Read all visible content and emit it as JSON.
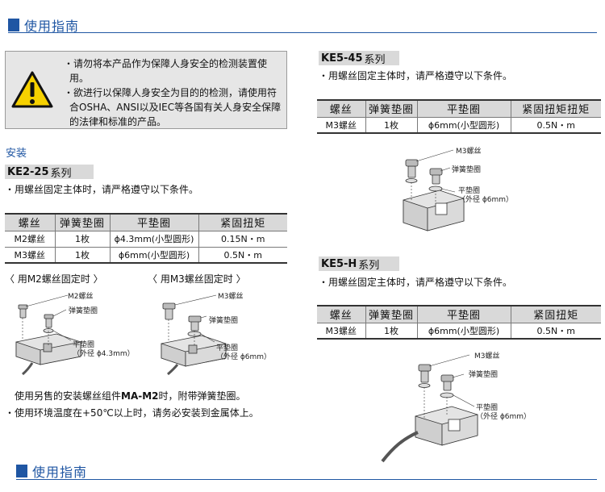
{
  "header_top": {
    "title": "使用指南"
  },
  "header_bottom": {
    "title": "使用指南"
  },
  "warning": {
    "icon": "warning-triangle-icon",
    "lines": [
      "・请勿将本产品作为保障人身安全的检测装置使用。",
      "・欲进行以保障人身安全为目的的检测，请使用符合OSHA、ANSI以及IEC等各国有关人身安全保障的法律和标准的产品。"
    ]
  },
  "install": {
    "title": "安装"
  },
  "ke225": {
    "series": "KE2-25",
    "series_suffix": "系列",
    "note": "・用螺丝固定主体时，请严格遵守以下条件。",
    "headers": [
      "螺丝",
      "弹簧垫圈",
      "平垫圈",
      "紧固扭矩"
    ],
    "rows": [
      [
        "M2螺丝",
        "1枚",
        "ϕ4.3mm(小型圆形)",
        "0.15N・m"
      ],
      [
        "M3螺丝",
        "1枚",
        "ϕ6mm(小型圆形)",
        "0.5N・m"
      ]
    ],
    "caption_m2": "〈 用M2螺丝固定时 〉",
    "caption_m3": "〈 用M3螺丝固定时 〉",
    "fig_m2": {
      "screw": "M2螺丝",
      "spring": "弹簧垫圈",
      "flat": "平垫圈",
      "flat_dim": "（外径 ϕ4.3mm）"
    },
    "fig_m3": {
      "screw": "M3螺丝",
      "spring": "弹簧垫圈",
      "flat": "平垫圈",
      "flat_dim": "（外径 ϕ6mm）"
    },
    "bottom_line1_a": "使用另售的安装螺丝组件",
    "bottom_line1_b": "MA-M2",
    "bottom_line1_c": "时，附带弹簧垫圈。",
    "bottom_line2": "・使用环境温度在+50℃以上时，请务必安装到金属体上。"
  },
  "ke545": {
    "series": "KE5-45",
    "series_suffix": "系列",
    "note": "・用螺丝固定主体时，请严格遵守以下条件。",
    "headers": [
      "螺丝",
      "弹簧垫圈",
      "平垫圈",
      "紧固扭矩扭矩"
    ],
    "rows": [
      [
        "M3螺丝",
        "1枚",
        "ϕ6mm(小型圆形)",
        "0.5N・m"
      ]
    ],
    "fig": {
      "screw": "M3螺丝",
      "spring": "弹簧垫圈",
      "flat": "平垫圈",
      "flat_dim": "（外径 ϕ6mm）"
    }
  },
  "ke5h": {
    "series": "KE5-H",
    "series_suffix": "系列",
    "note": "・用螺丝固定主体时，请严格遵守以下条件。",
    "headers": [
      "螺丝",
      "弹簧垫圈",
      "平垫圈",
      "紧固扭矩"
    ],
    "rows": [
      [
        "M3螺丝",
        "1枚",
        "ϕ6mm(小型圆形)",
        "0.5N・m"
      ]
    ],
    "fig": {
      "screw": "M3螺丝",
      "spring": "弹簧垫圈",
      "flat": "平垫圈",
      "flat_dim": "（外径 ϕ6mm）"
    }
  }
}
